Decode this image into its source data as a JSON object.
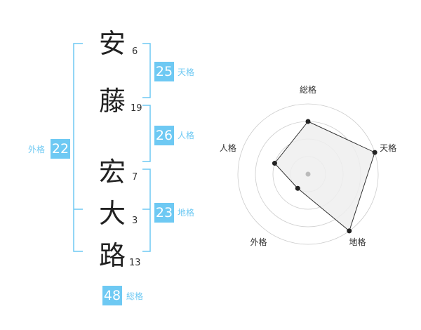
{
  "name": {
    "chars": [
      {
        "char": "安",
        "strokes": "6"
      },
      {
        "char": "藤",
        "strokes": "19"
      },
      {
        "char": "宏",
        "strokes": "7"
      },
      {
        "char": "大",
        "strokes": "3"
      },
      {
        "char": "路",
        "strokes": "13"
      }
    ]
  },
  "fortunes": {
    "tenkaku": {
      "label": "天格",
      "value": "25"
    },
    "jinkaku": {
      "label": "人格",
      "value": "26"
    },
    "chikaku": {
      "label": "地格",
      "value": "23"
    },
    "gaikaku": {
      "label": "外格",
      "value": "22"
    },
    "soukaku": {
      "label": "総格",
      "value": "48"
    }
  },
  "chart_data": {
    "type": "radar",
    "axes": [
      "総格",
      "天格",
      "地格",
      "外格",
      "人格"
    ],
    "rings": 4,
    "values": [
      3,
      4,
      4,
      1,
      2
    ],
    "max": 4,
    "colors": {
      "fill": "#eeeeee",
      "line": "#333333",
      "grid": "#cccccc",
      "center": "#bbbbbb"
    }
  },
  "colors": {
    "accent": "#6ec9f3"
  }
}
